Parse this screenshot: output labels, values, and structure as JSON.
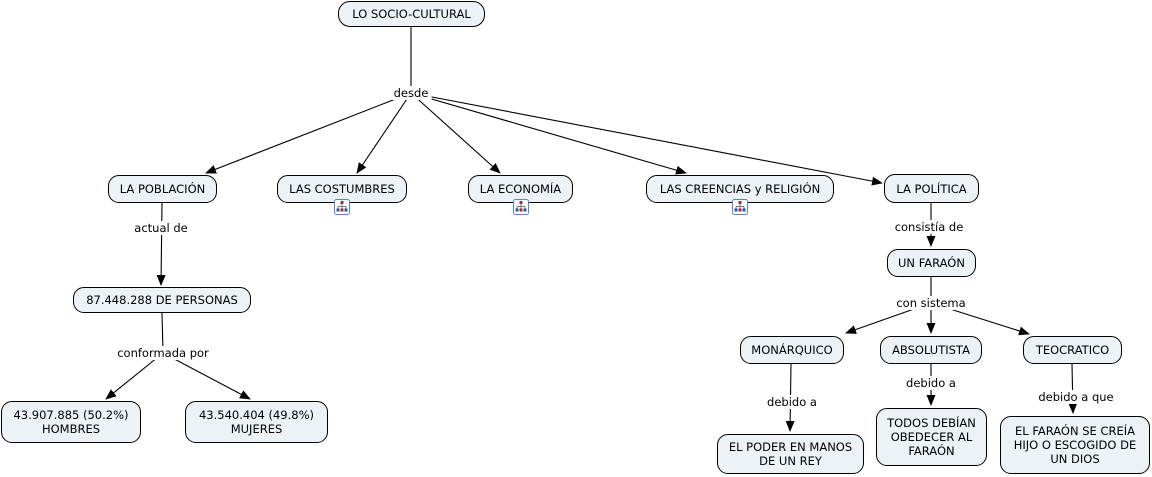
{
  "nodes": {
    "root": {
      "label": "LO SOCIO-CULTURAL"
    },
    "poblacion": {
      "label": "LA POBLACIÓN"
    },
    "costumbres": {
      "label": "LAS COSTUMBRES"
    },
    "economia": {
      "label": "LA ECONOMÍA"
    },
    "creencias": {
      "label": "LAS CREENCIAS y RELIGIÓN"
    },
    "politica": {
      "label": "LA POLÍTICA"
    },
    "personas": {
      "label": "87.448.288 DE PERSONAS"
    },
    "hombres": {
      "lines": [
        "43.907.885 (50.2%)",
        "HOMBRES"
      ]
    },
    "mujeres": {
      "lines": [
        "43.540.404 (49.8%)",
        "MUJERES"
      ]
    },
    "faraon": {
      "label": "UN FARAÓN"
    },
    "monarquico": {
      "label": "MONÁRQUICO"
    },
    "absolutista": {
      "label": "ABSOLUTISTA"
    },
    "teocratico": {
      "label": "TEOCRATICO"
    },
    "poder_rey": {
      "lines": [
        "EL PODER EN MANOS",
        "DE UN REY"
      ]
    },
    "obedecer": {
      "lines": [
        "TODOS DEBÍAN",
        "OBEDECER AL",
        "FARAÓN"
      ]
    },
    "hijo_dios": {
      "lines": [
        "EL FARAÓN SE CREÍA",
        "HIJO O ESCOGIDO DE",
        "UN DIOS"
      ]
    }
  },
  "links": {
    "desde": "desde",
    "actual_de": "actual de",
    "conformada_por": "conformada por",
    "consistia_de": "consistía de",
    "con_sistema": "con sistema",
    "debido_a_1": "debido a",
    "debido_a_2": "debido a",
    "debido_a_que": "debido a que"
  },
  "icons": {
    "resource": "cmap-resource-icon"
  },
  "colors": {
    "node_fill": "#edf2f6",
    "node_border": "#000000",
    "line": "#000000",
    "icon_border": "#5a86c6",
    "icon_red": "#a03030",
    "icon_blue": "#3050b0",
    "background": "#ffffff"
  }
}
